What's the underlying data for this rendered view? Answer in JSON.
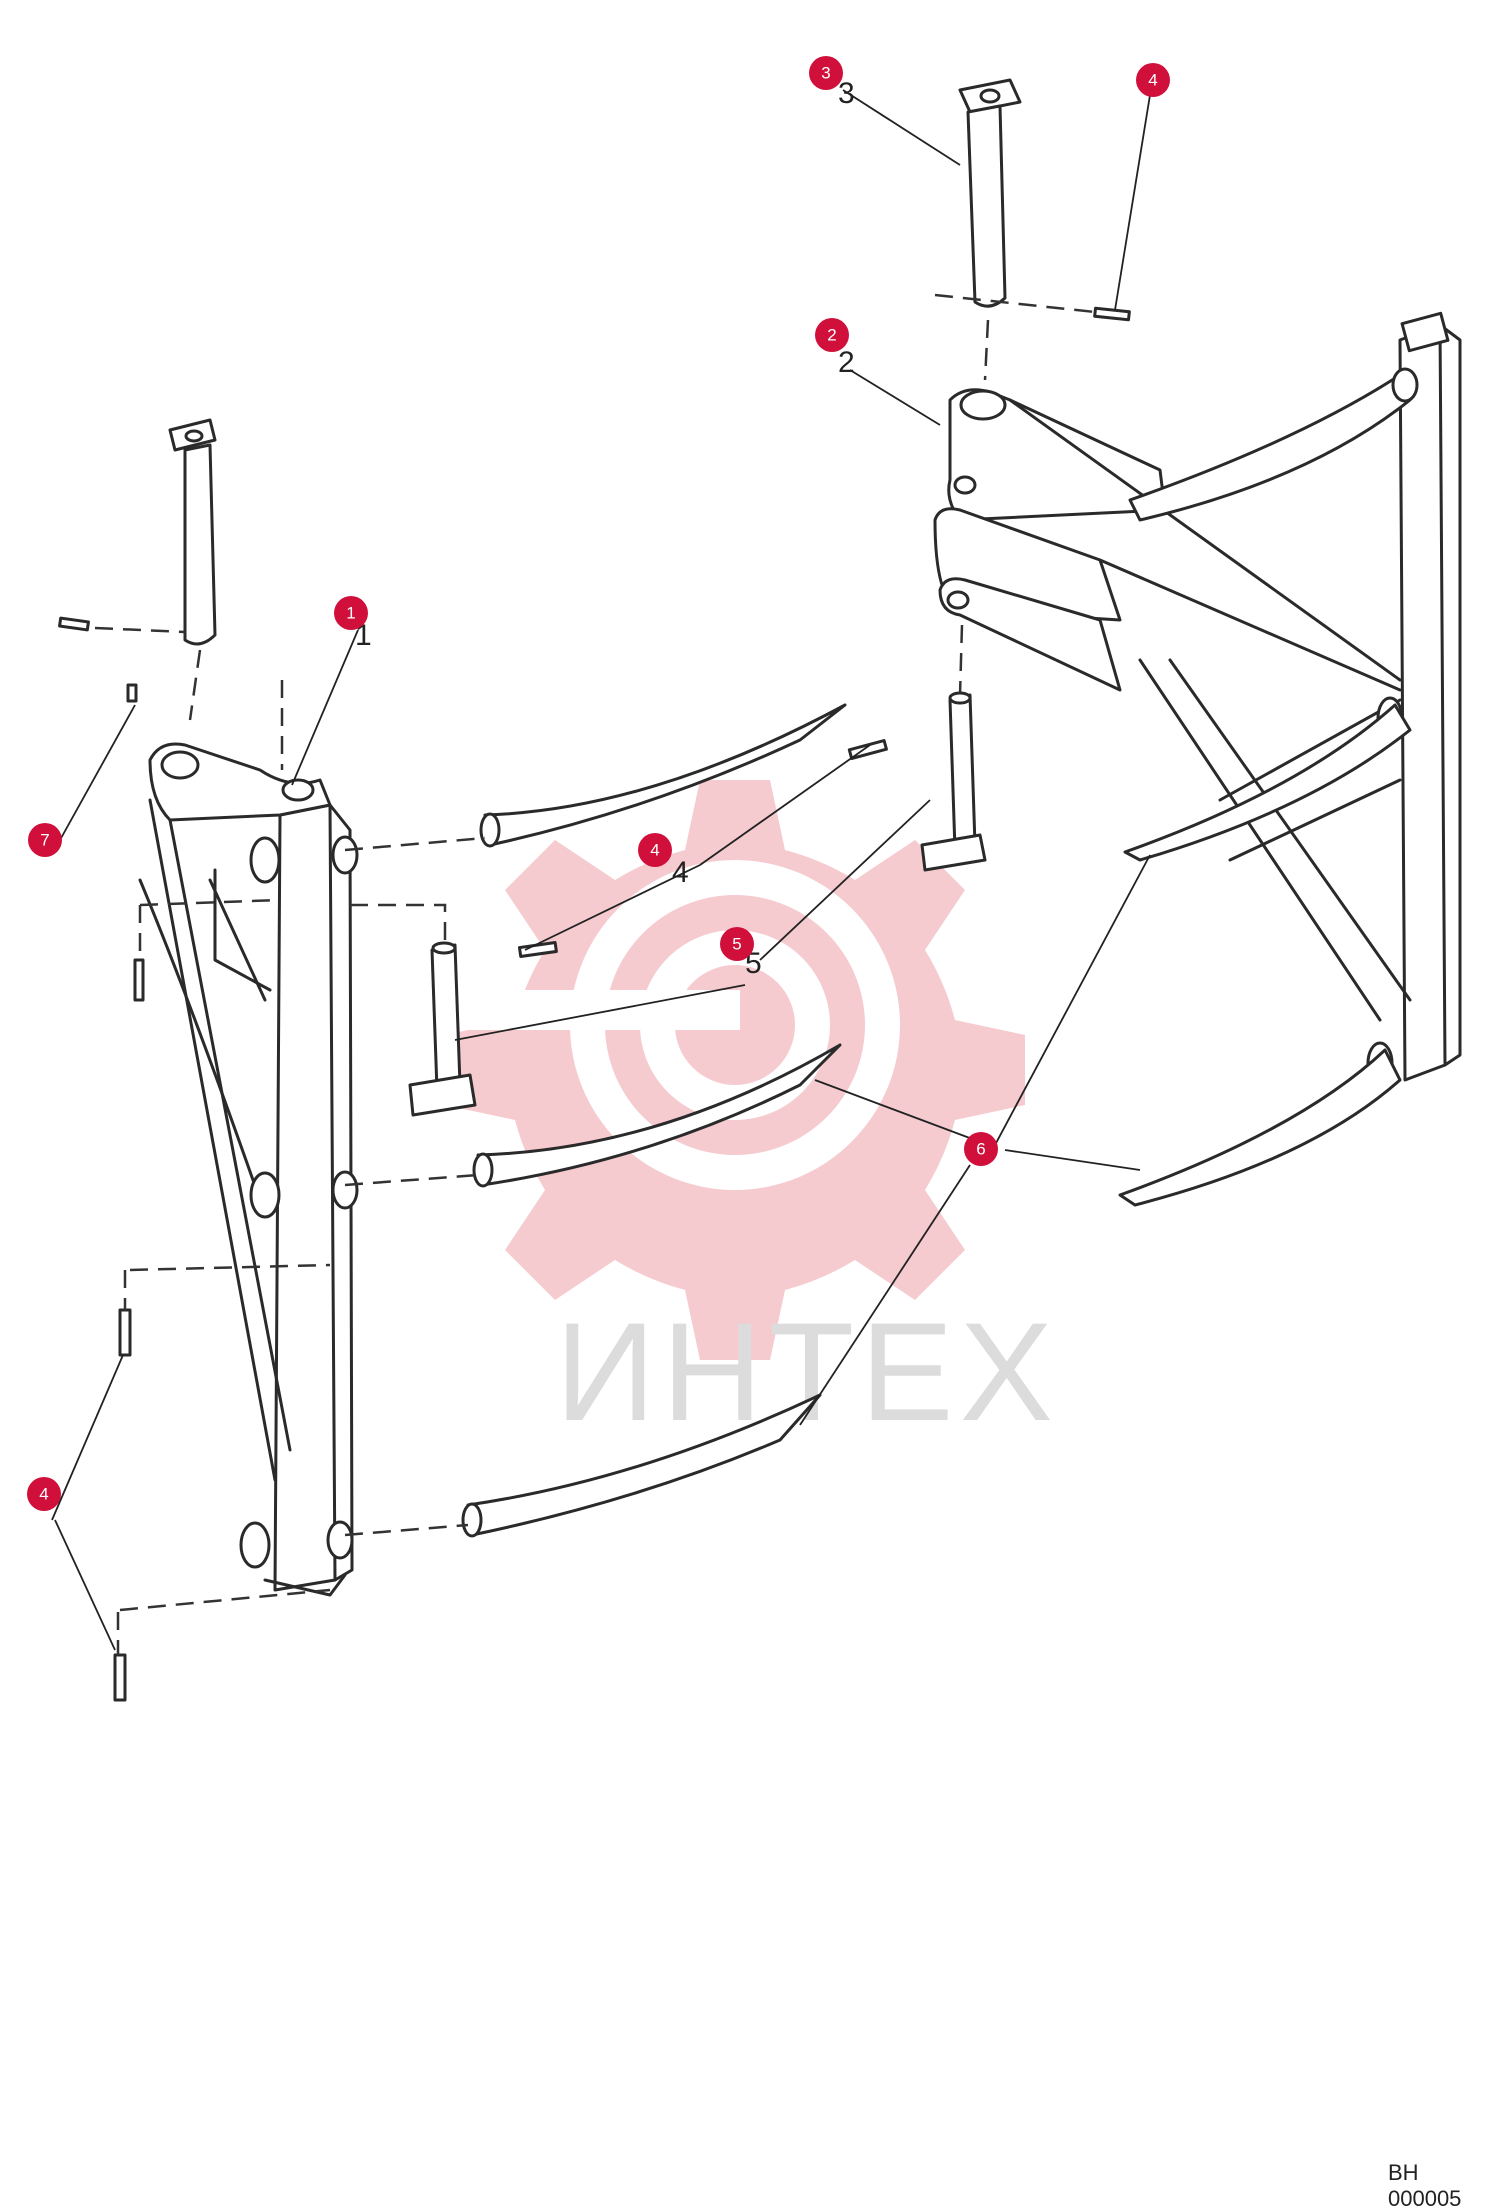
{
  "watermark": {
    "text": "ИНТЕХ"
  },
  "drawing_code": "BH 000005",
  "callouts": [
    {
      "label": "3"
    },
    {
      "label": "4"
    },
    {
      "label": "2"
    },
    {
      "label": "1"
    },
    {
      "label": "7"
    },
    {
      "label": "4"
    },
    {
      "label": "5"
    },
    {
      "label": "6"
    },
    {
      "label": "4"
    }
  ],
  "orig_numbers": [
    {
      "label": "3"
    },
    {
      "label": "2"
    },
    {
      "label": "1"
    },
    {
      "label": "4"
    },
    {
      "label": "5"
    }
  ],
  "colors": {
    "callout": "#d0103a",
    "watermark_gear": "#f4c2c8",
    "watermark_text": "#dcdcdc"
  }
}
